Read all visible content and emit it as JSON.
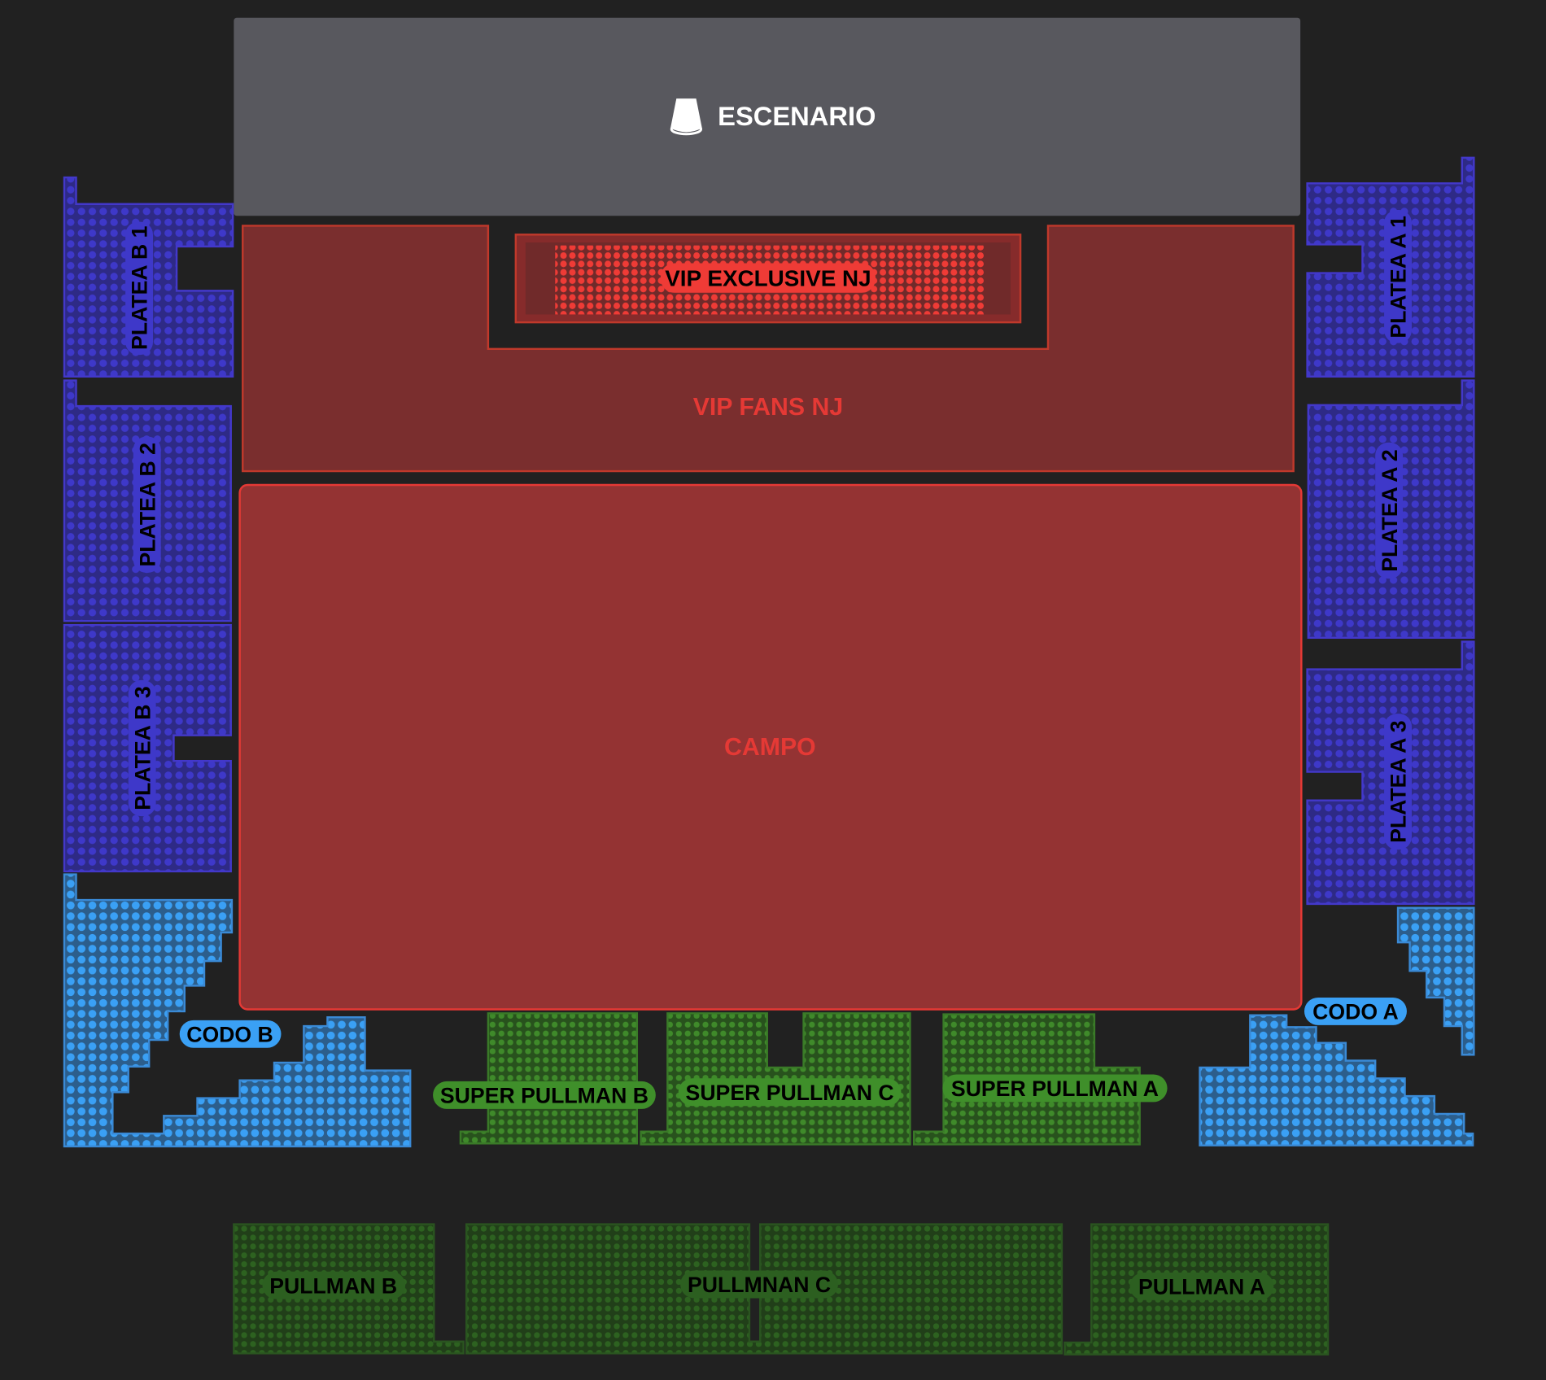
{
  "stage": {
    "label": "ESCENARIO",
    "icon": "stage-light-icon"
  },
  "sections": {
    "vip_exclusive": "VIP EXCLUSIVE NJ",
    "vip_fans": "VIP FANS NJ",
    "campo": "CAMPO",
    "platea_b1": "PLATEA B 1",
    "platea_b2": "PLATEA B 2",
    "platea_b3": "PLATEA B 3",
    "platea_a1": "PLATEA A 1",
    "platea_a2": "PLATEA A 2",
    "platea_a3": "PLATEA A 3",
    "codo_b": "CODO B",
    "codo_a": "CODO A",
    "super_pullman_b": "SUPER PULLMAN B",
    "super_pullman_c": "SUPER PULLMAN C",
    "super_pullman_a": "SUPER PULLMAN A",
    "pullman_b": "PULLMAN B",
    "pullman_c": "PULLMNAN C",
    "pullman_a": "PULLMAN A"
  },
  "colors": {
    "background": "#212121",
    "stage": "#58585e",
    "vip": "#ef3b36",
    "platea": "#3b35c8",
    "codo": "#3aa0f5",
    "super_pullman": "#3f8f2a",
    "pullman": "#2c5f20"
  }
}
